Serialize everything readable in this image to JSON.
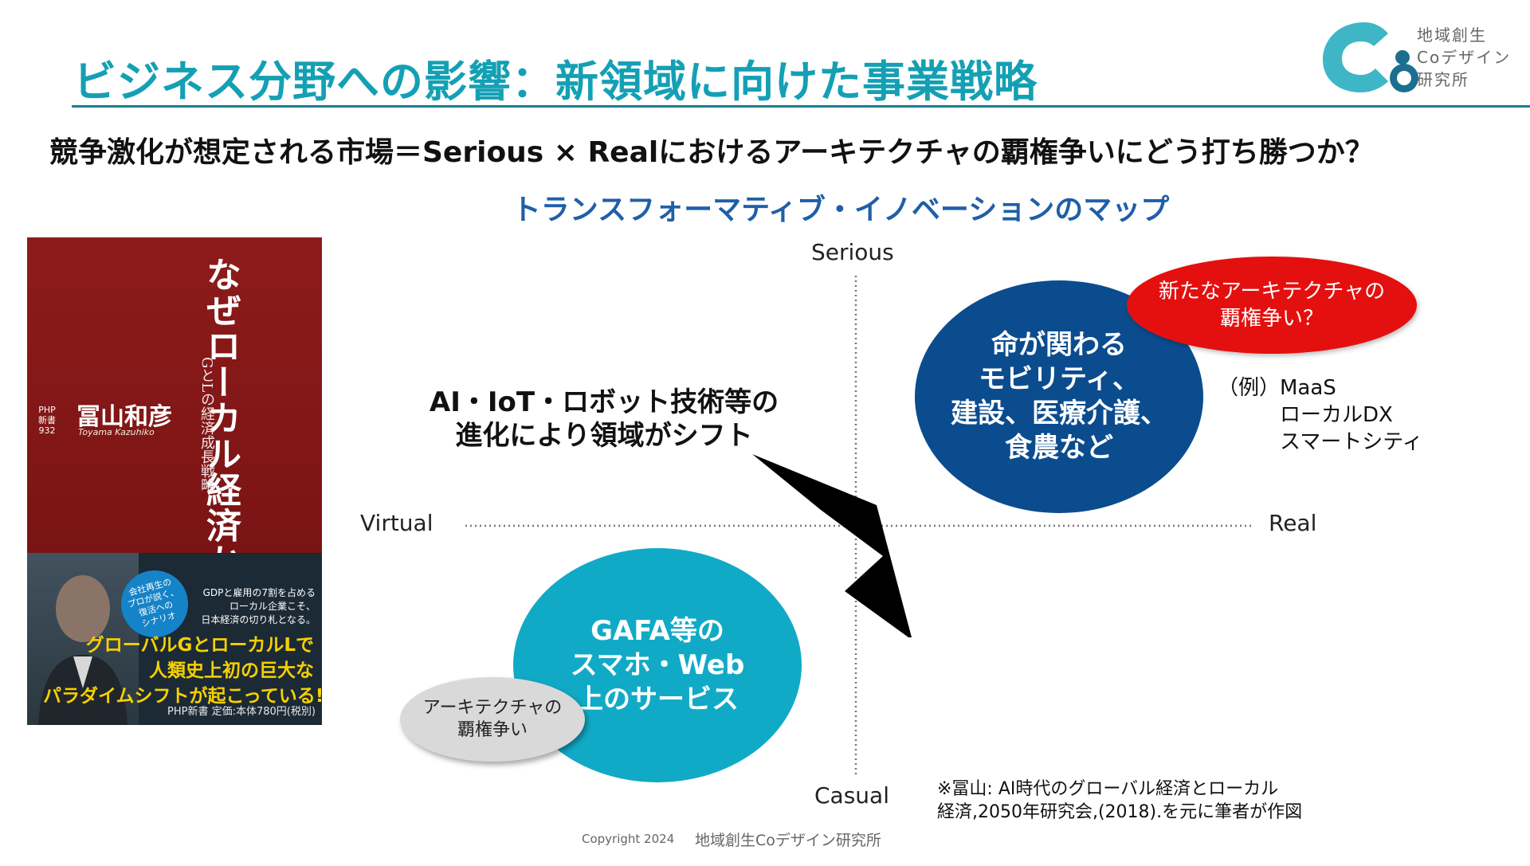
{
  "header": {
    "title": "ビジネス分野への影響：新領域に向けた事業戦略",
    "logo_text": [
      "地域創生",
      "Coデザイン",
      "研究所"
    ]
  },
  "subtitle": "競争激化が想定される市場＝Serious × Realにおけるアーキテクチャの覇権争いにどう打ち勝つか？",
  "map_title": "トランスフォーマティブ・イノベーションのマップ",
  "book": {
    "title": "なぜローカル経済から日本は甦るのか",
    "subtitle": "GとLの経済成長戦略",
    "author": "冨山和彦",
    "author_roman": "Toyama Kazuhiko",
    "series": "PHP\n新書\n932",
    "badge": "会社再生の\nプロが説く、\n復活への\nシナリオ",
    "blurb": "GDPと雇用の7割を占める\nローカル企業こそ、\n日本経済の切り札となる。",
    "catch": "グローバルGとローカルLで\n人類史上初の巨大な\nパラダイムシフトが起こっている!",
    "footer": "PHP新書 定価:本体780円(税別)"
  },
  "map": {
    "axes": {
      "top": "Serious",
      "bottom": "Casual",
      "left": "Virtual",
      "right": "Real"
    },
    "serious_real": "命が関わる\nモビリティ、\n建設、医療介護、\n食農など",
    "new_arch": "新たなアーキテクチャの\n覇権争い？",
    "examples": "（例）MaaS\n　　　ローカルDX\n　　　スマートシティ",
    "gafa": "GAFA等の\nスマホ・Web\n上のサービス",
    "arch": "アーキテクチャの\n覇権争い",
    "shift": "AI・IoT・ロボット技術等の\n進化により領域がシフト"
  },
  "source_note": "※冨山: AI時代のグローバル経済とローカル\n経済,2050年研究会,(2018).を元に筆者が作図",
  "footer": {
    "copyright": "Copyright 2024",
    "org": "地域創生Coデザイン研究所"
  },
  "colors": {
    "title": "#14a0b4",
    "map_title": "#1f5fa8",
    "serious_real": "#0b4c8f",
    "new_arch": "#e4100f",
    "gafa": "#11aac6",
    "arch": "#d9d9d9",
    "book_red": "#8e1b1b"
  }
}
